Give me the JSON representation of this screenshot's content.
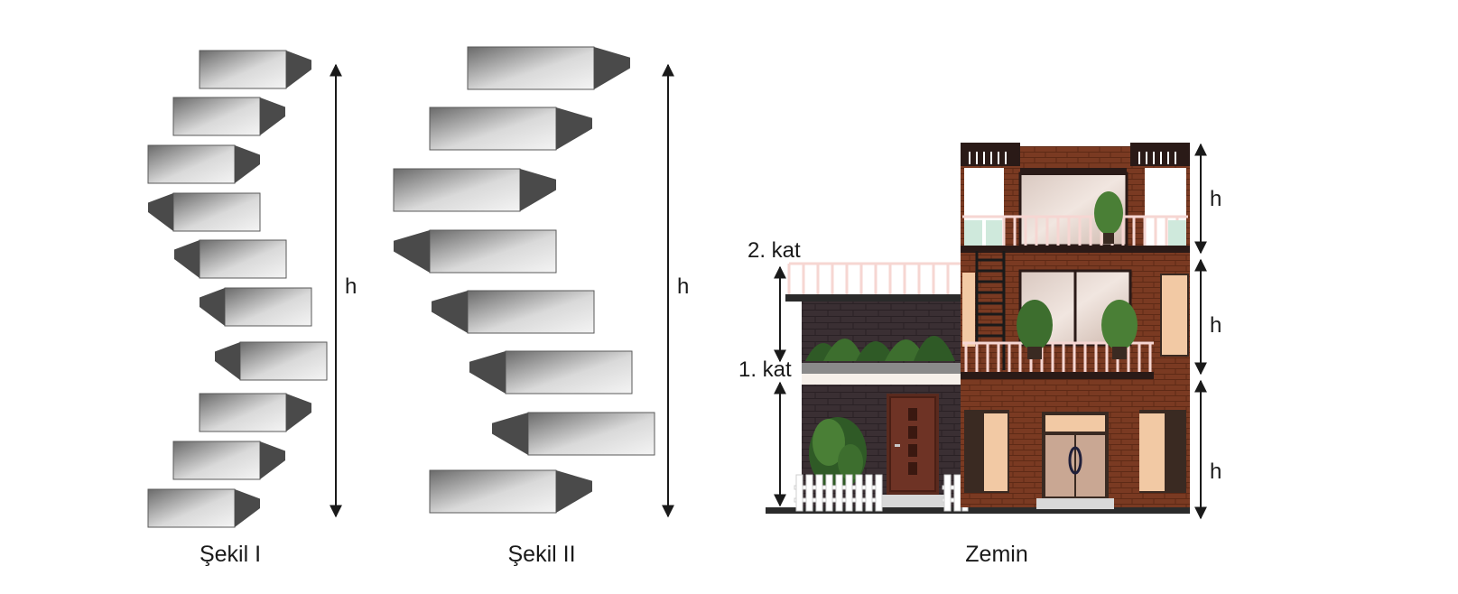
{
  "figures": [
    {
      "caption": "Şekil I",
      "height_label": "h",
      "step_count": 10
    },
    {
      "caption": "Şekil II",
      "height_label": "h",
      "step_count": 8
    },
    {
      "caption": "Zemin",
      "floor_labels": [
        "2. kat",
        "1. kat"
      ],
      "height_labels": [
        "h",
        "h",
        "h"
      ]
    }
  ],
  "colors": {
    "step_dark": "#4a4a4a",
    "step_light": "#f4f4f4",
    "brick": "#7a3a22",
    "dark_brick": "#3a2f33",
    "window": "#f2c9a4",
    "railing": "#f6d6d2"
  }
}
